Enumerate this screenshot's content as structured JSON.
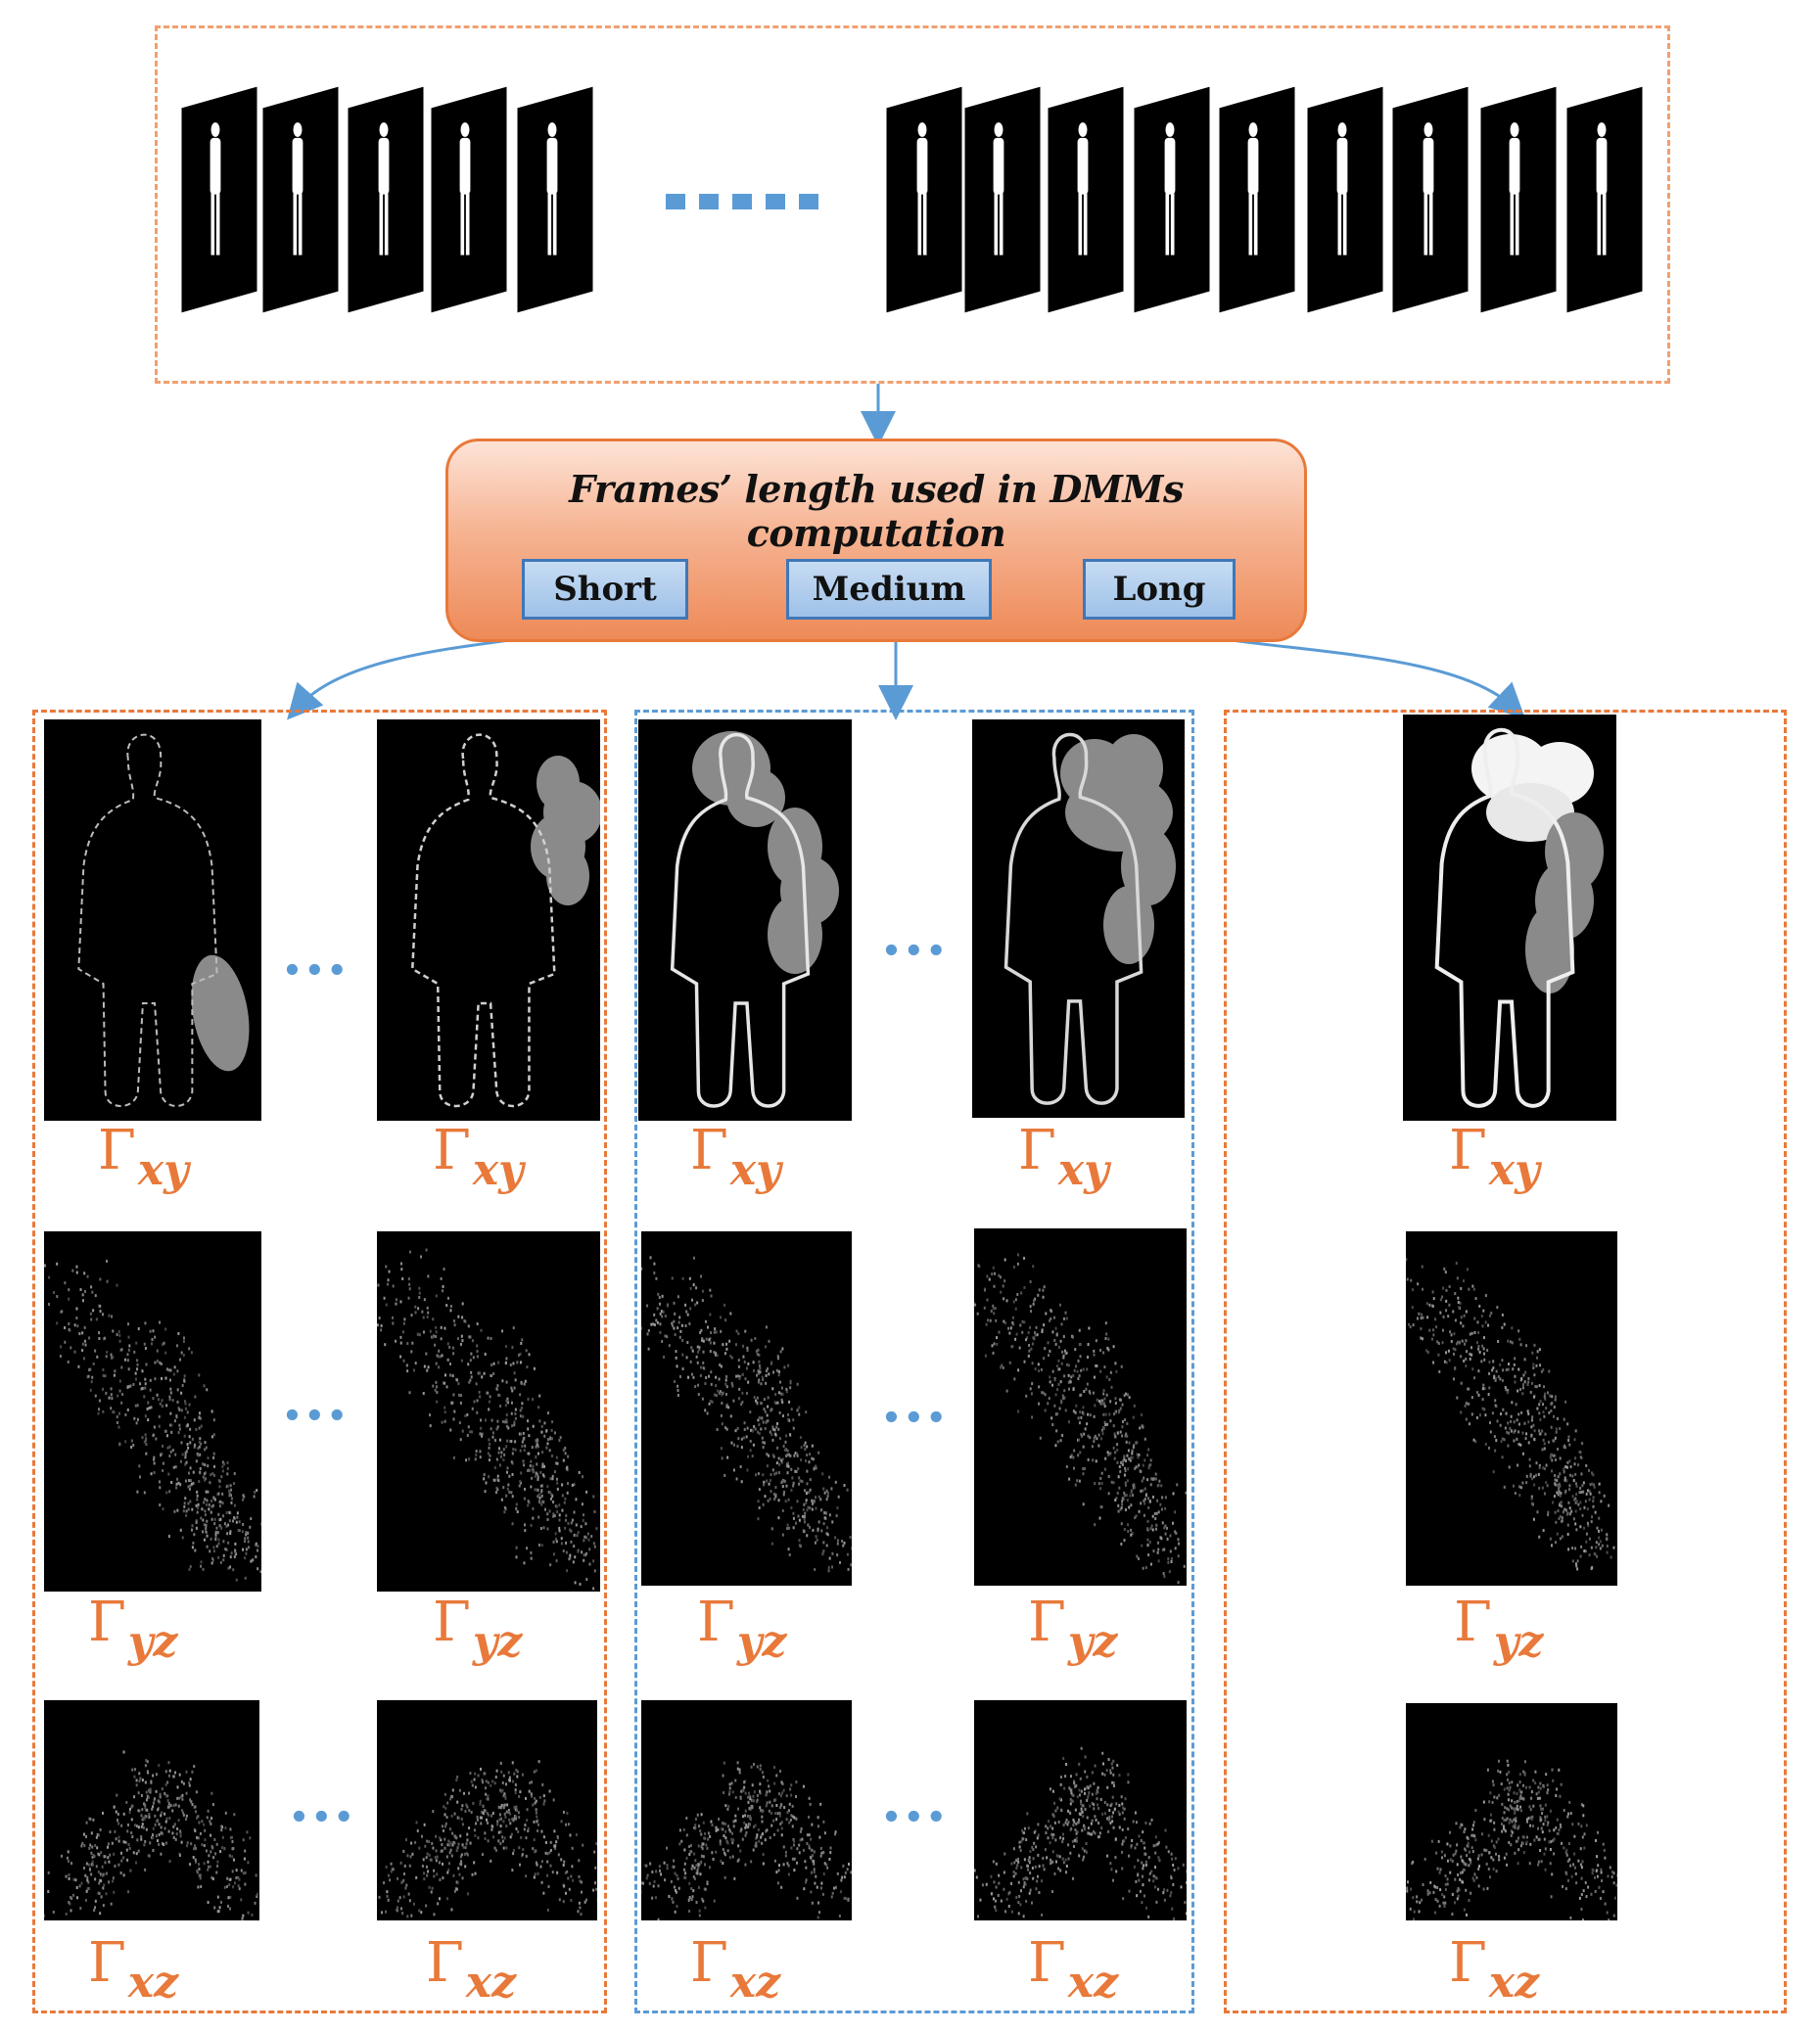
{
  "diagram": {
    "sequence_ellipsis": "....",
    "computation_box": {
      "title": "Frames’ length used in DMMs computation",
      "options": [
        "Short",
        "Medium",
        "Long"
      ]
    },
    "groups": [
      {
        "name": "Short",
        "row_labels": [
          {
            "greek": "Γ",
            "sub": "xy"
          },
          {
            "greek": "Γ",
            "sub": "yz"
          },
          {
            "greek": "Γ",
            "sub": "xz"
          }
        ],
        "ellipsis": "..."
      },
      {
        "name": "Medium",
        "row_labels": [
          {
            "greek": "Γ",
            "sub": "xy"
          },
          {
            "greek": "Γ",
            "sub": "yz"
          },
          {
            "greek": "Γ",
            "sub": "xz"
          }
        ],
        "ellipsis": "..."
      },
      {
        "name": "Long",
        "row_labels": [
          {
            "greek": "Γ",
            "sub": "xy"
          },
          {
            "greek": "Γ",
            "sub": "yz"
          },
          {
            "greek": "Γ",
            "sub": "xz"
          }
        ]
      }
    ],
    "colors": {
      "orange": "#e8793a",
      "blue": "#5b9bd5",
      "box_fill": "#f6b493",
      "button_fill": "#9ec1e8"
    }
  }
}
